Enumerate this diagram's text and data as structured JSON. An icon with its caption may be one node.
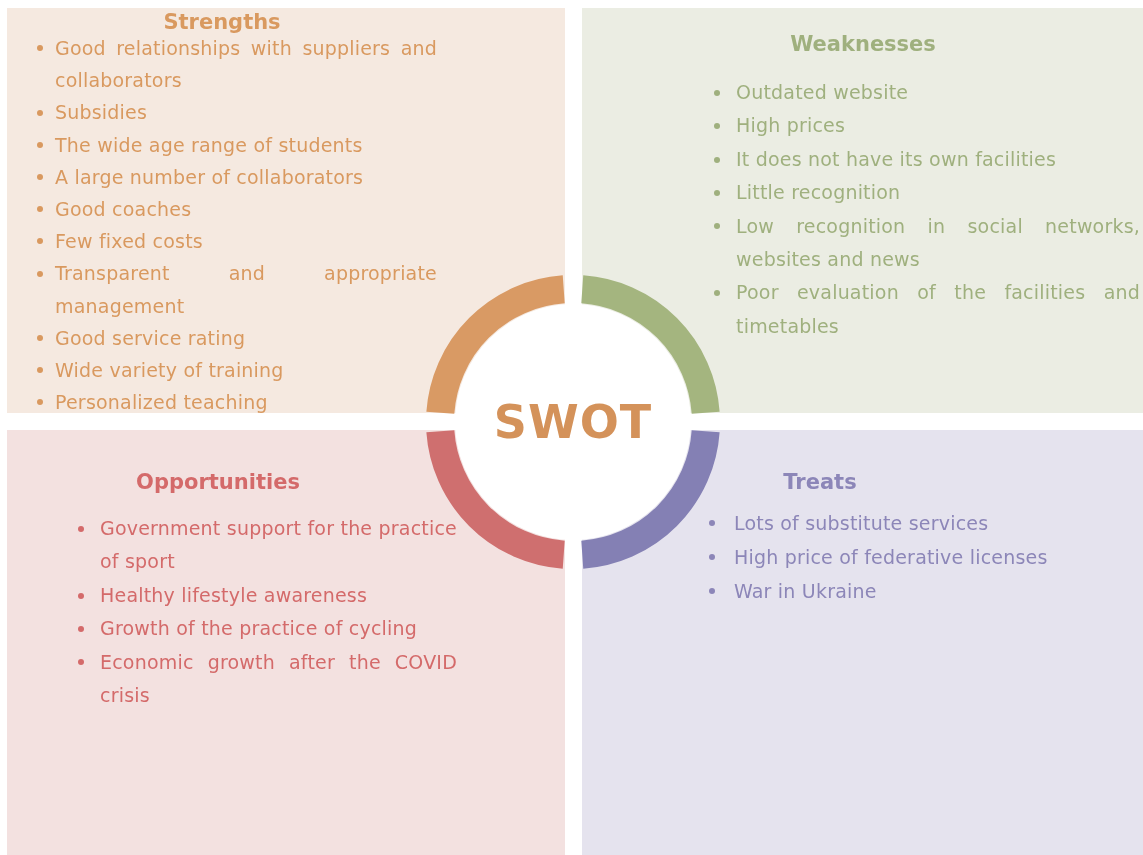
{
  "diagram": {
    "nodes": [
      {
        "text": [
          "Strengths",
          "Good relationships with suppliers and collaborators",
          "Subsidies",
          "The wide age range of students",
          "A large number of collaborators",
          "Good coaches",
          "Few fixed costs",
          "Transparent and appropriate management",
          "Good service rating",
          "Wide variety of training",
          "Personalized teaching"
        ]
      },
      {
        "text": [
          "Weaknesses",
          "Outdated website",
          "High prices",
          "It does not have its own facilities",
          "Little recognition",
          "Low recognition in social networks, websites and news",
          "Poor evaluation of the facilities and timetables"
        ]
      },
      {
        "text": [
          "Opportunities",
          "Government support for the practice of sport",
          "Healthy lifestyle awareness",
          "Growth of the practice of cycling",
          "Economic growth after the COVID crisis"
        ]
      },
      {
        "text": [
          "Treats",
          "Lots of substitute services",
          "High price of federative licenses",
          "War in Ukraine"
        ]
      },
      {
        "text": [
          "SWOT"
        ]
      }
    ]
  }
}
